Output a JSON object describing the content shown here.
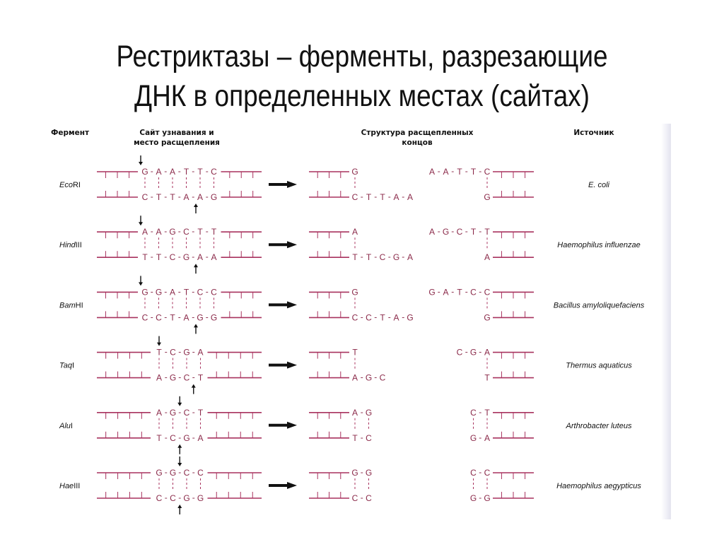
{
  "title": {
    "line1": "Рестриктазы – ферменты, разрезающие",
    "line2": "ДНК в определенных местах (сайтах)"
  },
  "headers": {
    "enzyme": "Фермент",
    "site_line1": "Сайт узнавания и",
    "site_line2": "место расщепления",
    "ends_line1": "Структура расщепленных",
    "ends_line2": "концов",
    "source": "Источник"
  },
  "colors": {
    "strand": "#a8325e",
    "base_text": "#8b2a4a",
    "arrow": "#111111"
  },
  "enzymes": [
    {
      "name_italic": "Eco",
      "name_rest": "RI",
      "top": [
        "G",
        "A",
        "A",
        "T",
        "T",
        "C"
      ],
      "bottom": [
        "C",
        "T",
        "T",
        "A",
        "A",
        "G"
      ],
      "cut_top_after": 1,
      "cut_bottom_after": 5,
      "left_top": [
        "G"
      ],
      "left_bottom": [
        "C",
        "T",
        "T",
        "A",
        "A"
      ],
      "right_top": [
        "A",
        "A",
        "T",
        "T",
        "C"
      ],
      "right_bottom": [
        "G"
      ],
      "source": "E. coli"
    },
    {
      "name_italic": "Hind",
      "name_rest": "III",
      "top": [
        "A",
        "A",
        "G",
        "C",
        "T",
        "T"
      ],
      "bottom": [
        "T",
        "T",
        "C",
        "G",
        "A",
        "A"
      ],
      "cut_top_after": 1,
      "cut_bottom_after": 5,
      "left_top": [
        "A"
      ],
      "left_bottom": [
        "T",
        "T",
        "C",
        "G",
        "A"
      ],
      "right_top": [
        "A",
        "G",
        "C",
        "T",
        "T"
      ],
      "right_bottom": [
        "A"
      ],
      "source": "Haemophilus influenzae"
    },
    {
      "name_italic": "Bam",
      "name_rest": "HI",
      "top": [
        "G",
        "G",
        "A",
        "T",
        "C",
        "C"
      ],
      "bottom": [
        "C",
        "C",
        "T",
        "A",
        "G",
        "G"
      ],
      "cut_top_after": 1,
      "cut_bottom_after": 5,
      "left_top": [
        "G"
      ],
      "left_bottom": [
        "C",
        "C",
        "T",
        "A",
        "G"
      ],
      "right_top": [
        "G",
        "A",
        "T",
        "C",
        "C"
      ],
      "right_bottom": [
        "G"
      ],
      "source": "Bacillus amyloliquefaciens"
    },
    {
      "name_italic": "Taq",
      "name_rest": "I",
      "top": [
        "T",
        "C",
        "G",
        "A"
      ],
      "bottom": [
        "A",
        "G",
        "C",
        "T"
      ],
      "cut_top_after": 1,
      "cut_bottom_after": 3,
      "left_top": [
        "T"
      ],
      "left_bottom": [
        "A",
        "G",
        "C"
      ],
      "right_top": [
        "C",
        "G",
        "A"
      ],
      "right_bottom": [
        "T"
      ],
      "source": "Thermus aquaticus"
    },
    {
      "name_italic": "Alu",
      "name_rest": "I",
      "top": [
        "A",
        "G",
        "C",
        "T"
      ],
      "bottom": [
        "T",
        "C",
        "G",
        "A"
      ],
      "cut_top_after": 2,
      "cut_bottom_after": 2,
      "left_top": [
        "A",
        "G"
      ],
      "left_bottom": [
        "T",
        "C"
      ],
      "right_top": [
        "C",
        "T"
      ],
      "right_bottom": [
        "G",
        "A"
      ],
      "source": "Arthrobacter luteus"
    },
    {
      "name_italic": "Hae",
      "name_rest": "III",
      "top": [
        "G",
        "G",
        "C",
        "C"
      ],
      "bottom": [
        "C",
        "C",
        "G",
        "G"
      ],
      "cut_top_after": 2,
      "cut_bottom_after": 2,
      "left_top": [
        "G",
        "G"
      ],
      "left_bottom": [
        "C",
        "C"
      ],
      "right_top": [
        "C",
        "C"
      ],
      "right_bottom": [
        "G",
        "G"
      ],
      "source": "Haemophilus aegypticus"
    }
  ]
}
